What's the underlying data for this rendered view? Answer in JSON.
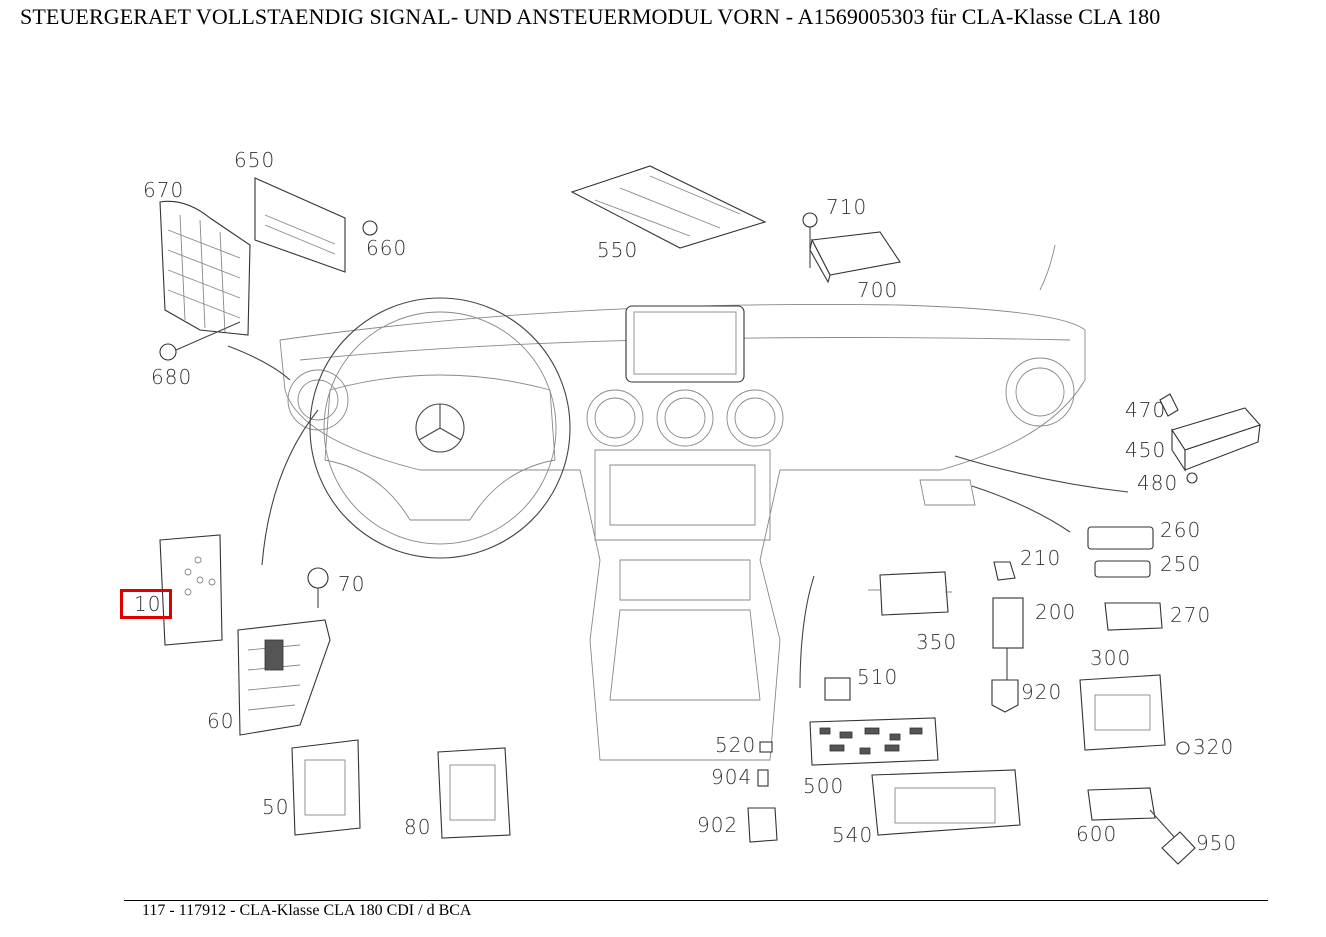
{
  "title": "STEUERGERAET VOLLSTAENDIG SIGNAL- UND ANSTEUERMODUL VORN - A1569005303 für CLA-Klasse CLA 180",
  "footer": "117 - 117912 - CLA-Klasse CLA 180 CDI / d BCA",
  "highlight_color": "#e00000",
  "highlighted_part": "10",
  "callouts": {
    "p650": "650",
    "p670": "670",
    "p660": "660",
    "p680": "680",
    "p550": "550",
    "p710": "710",
    "p700": "700",
    "p470": "470",
    "p450": "450",
    "p480": "480",
    "p260": "260",
    "p250": "250",
    "p210": "210",
    "p200": "200",
    "p270": "270",
    "p350": "350",
    "p300": "300",
    "p920": "920",
    "p320": "320",
    "p510": "510",
    "p520": "520",
    "p904": "904",
    "p902": "902",
    "p500": "500",
    "p540": "540",
    "p600": "600",
    "p950": "950",
    "p10": "10",
    "p70": "70",
    "p60": "60",
    "p50": "50",
    "p80": "80"
  }
}
